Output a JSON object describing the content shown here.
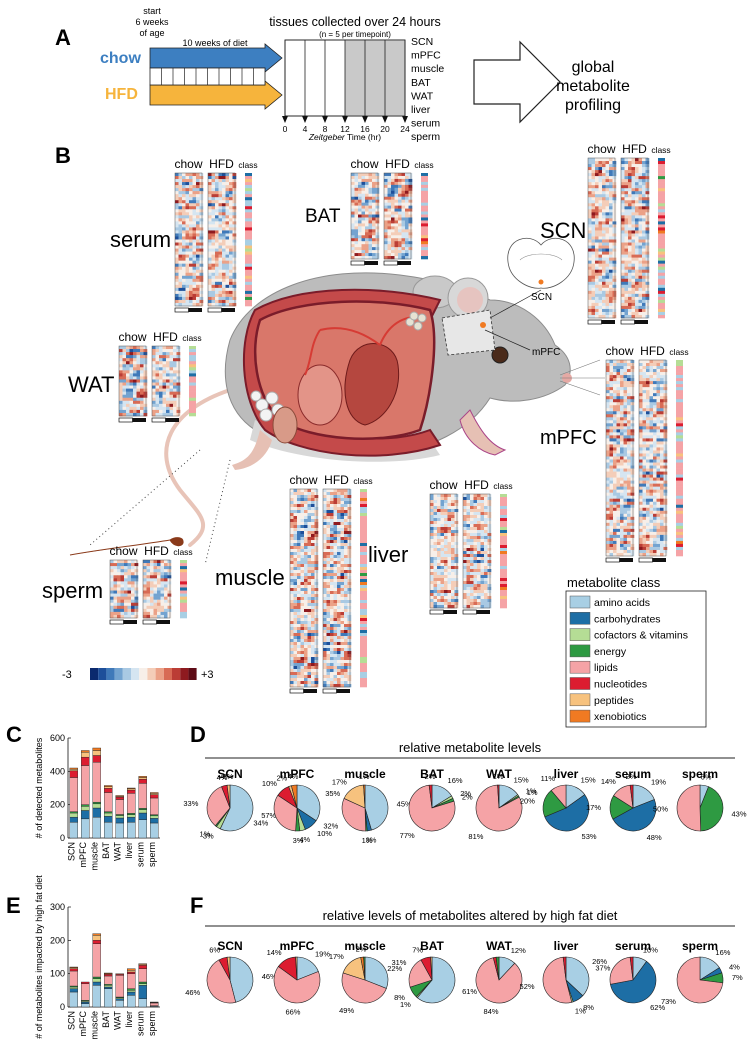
{
  "panels": {
    "a": "A",
    "b": "B",
    "c": "C",
    "d": "D",
    "e": "E",
    "f": "F"
  },
  "panel_a": {
    "start": [
      "start",
      "6 weeks",
      "of age"
    ],
    "diet_weeks": "10 weeks of diet",
    "chow": "chow",
    "hfd": "HFD",
    "tissues_title": "tissues collected over 24 hours",
    "n_note": "(n = 5 per timepoint)",
    "tissues": [
      "SCN",
      "mPFC",
      "muscle",
      "BAT",
      "WAT",
      "liver",
      "serum",
      "sperm"
    ],
    "timepoints": [
      "0",
      "4",
      "8",
      "12",
      "16",
      "20",
      "24"
    ],
    "axis_label_italic": "Zeitgeber",
    "axis_label_rest": " Time (hr)",
    "outcome": [
      "global",
      "metabolite",
      "profiling"
    ],
    "colors": {
      "chow": "#3d7fc1",
      "hfd": "#f6b43c",
      "dark": "#c9c9c9"
    }
  },
  "panel_b": {
    "col_chow": "chow",
    "col_hfd": "HFD",
    "col_class": "class",
    "tissue_labels": {
      "serum": "serum",
      "bat": "BAT",
      "scn": "SCN",
      "wat": "WAT",
      "mpfc": "mPFC",
      "muscle": "muscle",
      "liver": "liver",
      "sperm": "sperm"
    },
    "brain_scn": "SCN",
    "brain_mpfc": "mPFC",
    "scale_min": "-3",
    "scale_max": "+3",
    "scale_colors": [
      "#0b2a6e",
      "#1d4f9a",
      "#3f79b9",
      "#73a3d0",
      "#a9c9e3",
      "#d5e5f1",
      "#f7efe9",
      "#f4cdb8",
      "#eba187",
      "#d86b55",
      "#bb3d35",
      "#8e1a1f",
      "#5e0b16"
    ],
    "legend_title": "metabolite class",
    "classes": [
      {
        "name": "amino acids",
        "color": "#a8cfe4"
      },
      {
        "name": "carbohydrates",
        "color": "#1d6ea5"
      },
      {
        "name": "cofactors & vitamins",
        "color": "#b5dd95"
      },
      {
        "name": "energy",
        "color": "#2e9a42"
      },
      {
        "name": "lipids",
        "color": "#f5a3a6"
      },
      {
        "name": "nucleotides",
        "color": "#dc1c30"
      },
      {
        "name": "peptides",
        "color": "#f7c27e"
      },
      {
        "name": "xenobiotics",
        "color": "#f07a22"
      }
    ]
  },
  "chart_data": [
    {
      "id": "C",
      "type": "bar",
      "stacked": true,
      "ylabel": "# of detected metabolites",
      "ylim": [
        0,
        600
      ],
      "yticks": [
        0,
        200,
        400,
        600
      ],
      "categories": [
        "SCN",
        "mPFC",
        "muscle",
        "BAT",
        "WAT",
        "liver",
        "serum",
        "sperm"
      ],
      "series": [
        {
          "name": "amino acids",
          "values": [
            95,
            115,
            125,
            95,
            90,
            95,
            110,
            90
          ]
        },
        {
          "name": "carbohydrates",
          "values": [
            30,
            50,
            55,
            35,
            30,
            30,
            40,
            28
          ]
        },
        {
          "name": "cofactors & vitamins",
          "values": [
            25,
            25,
            25,
            20,
            15,
            15,
            20,
            15
          ]
        },
        {
          "name": "energy",
          "values": [
            8,
            10,
            10,
            8,
            6,
            8,
            8,
            7
          ]
        },
        {
          "name": "lipids",
          "values": [
            205,
            235,
            240,
            115,
            90,
            120,
            150,
            100
          ]
        },
        {
          "name": "nucleotides",
          "values": [
            40,
            50,
            40,
            25,
            15,
            20,
            25,
            20
          ]
        },
        {
          "name": "peptides",
          "values": [
            10,
            30,
            30,
            10,
            5,
            8,
            10,
            8
          ]
        },
        {
          "name": "xenobiotics",
          "values": [
            7,
            10,
            15,
            7,
            4,
            4,
            7,
            5
          ]
        }
      ]
    },
    {
      "id": "D",
      "type": "pie",
      "title": "relative metabolite levels",
      "pies": [
        {
          "name": "SCN",
          "slices": [
            {
              "cls": "amino acids",
              "value": 57,
              "label": "57%"
            },
            {
              "cls": "cofactors & vitamins",
              "value": 3,
              "label": "3%"
            },
            {
              "cls": "energy",
              "value": 1,
              "label": "1%"
            },
            {
              "cls": "lipids",
              "value": 33,
              "label": "33%"
            },
            {
              "cls": "nucleotides",
              "value": 4,
              "label": "4%"
            },
            {
              "cls": "peptides",
              "value": 2,
              "label": "2%"
            }
          ]
        },
        {
          "name": "mPFC",
          "slices": [
            {
              "cls": "amino acids",
              "value": 35,
              "label": "35%"
            },
            {
              "cls": "carbohydrates",
              "value": 10,
              "label": "10%"
            },
            {
              "cls": "cofactors & vitamins",
              "value": 4,
              "label": "4%"
            },
            {
              "cls": "energy",
              "value": 3,
              "label": "3%"
            },
            {
              "cls": "lipids",
              "value": 34,
              "label": "34%"
            },
            {
              "cls": "nucleotides",
              "value": 10,
              "label": "10%"
            },
            {
              "cls": "peptides",
              "value": 2,
              "label": "2%"
            },
            {
              "cls": "xenobiotics",
              "value": 4,
              "label": "4%"
            }
          ]
        },
        {
          "name": "muscle",
          "slices": [
            {
              "cls": "amino acids",
              "value": 45,
              "label": "45%"
            },
            {
              "cls": "carbohydrates",
              "value": 3,
              "label": "3%"
            },
            {
              "cls": "energy",
              "value": 1,
              "label": "1%"
            },
            {
              "cls": "lipids",
              "value": 32,
              "label": "32%"
            },
            {
              "cls": "peptides",
              "value": 17,
              "label": "17%"
            },
            {
              "cls": "xenobiotics",
              "value": 1,
              "label": "1%"
            }
          ]
        },
        {
          "name": "BAT",
          "slices": [
            {
              "cls": "amino acids",
              "value": 16,
              "label": "16%"
            },
            {
              "cls": "cofactors & vitamins",
              "value": 2,
              "label": "2%"
            },
            {
              "cls": "energy",
              "value": 2,
              "label": "2%"
            },
            {
              "cls": "lipids",
              "value": 77,
              "label": "77%"
            },
            {
              "cls": "nucleotides",
              "value": 2,
              "label": "2%"
            }
          ]
        },
        {
          "name": "WAT",
          "slices": [
            {
              "cls": "amino acids",
              "value": 15,
              "label": "15%"
            },
            {
              "cls": "cofactors & vitamins",
              "value": 1,
              "label": "1%"
            },
            {
              "cls": "energy",
              "value": 1,
              "label": "1%"
            },
            {
              "cls": "lipids",
              "value": 81,
              "label": "81%"
            },
            {
              "cls": "nucleotides",
              "value": 1,
              "label": "1%"
            }
          ]
        },
        {
          "name": "liver",
          "slices": [
            {
              "cls": "amino acids",
              "value": 15,
              "label": "15%"
            },
            {
              "cls": "carbohydrates",
              "value": 53,
              "label": "53%"
            },
            {
              "cls": "energy",
              "value": 20,
              "label": "20%"
            },
            {
              "cls": "lipids",
              "value": 11,
              "label": "11%"
            }
          ]
        },
        {
          "name": "serum",
          "slices": [
            {
              "cls": "amino acids",
              "value": 19,
              "label": "19%"
            },
            {
              "cls": "carbohydrates",
              "value": 48,
              "label": "48%"
            },
            {
              "cls": "energy",
              "value": 17,
              "label": "17%"
            },
            {
              "cls": "lipids",
              "value": 14,
              "label": "14%"
            },
            {
              "cls": "nucleotides",
              "value": 2,
              "label": "2%"
            }
          ]
        },
        {
          "name": "sperm",
          "slices": [
            {
              "cls": "amino acids",
              "value": 6,
              "label": "6%"
            },
            {
              "cls": "energy",
              "value": 43,
              "label": "43%"
            },
            {
              "cls": "lipids",
              "value": 50,
              "label": "50%"
            }
          ]
        }
      ]
    },
    {
      "id": "E",
      "type": "bar",
      "stacked": true,
      "ylabel": "# of metabolites impacted by high fat diet",
      "ylim": [
        0,
        300
      ],
      "yticks": [
        0,
        100,
        200,
        300
      ],
      "categories": [
        "SCN",
        "mPFC",
        "muscle",
        "BAT",
        "WAT",
        "liver",
        "serum",
        "sperm"
      ],
      "series": [
        {
          "name": "amino acids",
          "values": [
            45,
            10,
            65,
            55,
            20,
            35,
            25,
            2
          ]
        },
        {
          "name": "carbohydrates",
          "values": [
            10,
            5,
            10,
            5,
            5,
            10,
            40,
            1
          ]
        },
        {
          "name": "cofactors & vitamins",
          "values": [
            5,
            3,
            10,
            5,
            3,
            5,
            5,
            1
          ]
        },
        {
          "name": "energy",
          "values": [
            3,
            2,
            5,
            3,
            2,
            5,
            5,
            0
          ]
        },
        {
          "name": "lipids",
          "values": [
            45,
            50,
            100,
            25,
            65,
            45,
            40,
            8
          ]
        },
        {
          "name": "nucleotides",
          "values": [
            7,
            5,
            10,
            5,
            3,
            5,
            10,
            1
          ]
        },
        {
          "name": "peptides",
          "values": [
            3,
            0,
            15,
            2,
            2,
            5,
            3,
            1
          ]
        },
        {
          "name": "xenobiotics",
          "values": [
            2,
            0,
            5,
            2,
            0,
            5,
            2,
            1
          ]
        }
      ]
    },
    {
      "id": "F",
      "type": "pie",
      "title": "relative levels of metabolites altered by high fat diet",
      "pies": [
        {
          "name": "SCN",
          "slices": [
            {
              "cls": "amino acids",
              "value": 46,
              "label": "46%"
            },
            {
              "cls": "lipids",
              "value": 46,
              "label": "46%"
            },
            {
              "cls": "nucleotides",
              "value": 6,
              "label": "6%"
            },
            {
              "cls": "peptides",
              "value": 2,
              "label": ""
            }
          ]
        },
        {
          "name": "mPFC",
          "slices": [
            {
              "cls": "amino acids",
              "value": 19,
              "label": "19%"
            },
            {
              "cls": "lipids",
              "value": 66,
              "label": "66%"
            },
            {
              "cls": "nucleotides",
              "value": 14,
              "label": "14%"
            },
            {
              "cls": "peptides",
              "value": 1,
              "label": ""
            }
          ]
        },
        {
          "name": "muscle",
          "slices": [
            {
              "cls": "amino acids",
              "value": 31,
              "label": "31%"
            },
            {
              "cls": "lipids",
              "value": 49,
              "label": "49%"
            },
            {
              "cls": "peptides",
              "value": 17,
              "label": "17%"
            },
            {
              "cls": "xenobiotics",
              "value": 2,
              "label": "2%"
            },
            {
              "cls": "energy",
              "value": 1,
              "label": ""
            }
          ]
        },
        {
          "name": "BAT",
          "slices": [
            {
              "cls": "amino acids",
              "value": 61,
              "label": "61%"
            },
            {
              "cls": "cofactors & vitamins",
              "value": 1,
              "label": "1%"
            },
            {
              "cls": "energy",
              "value": 8,
              "label": "8%"
            },
            {
              "cls": "lipids",
              "value": 22,
              "label": "22%"
            },
            {
              "cls": "nucleotides",
              "value": 7,
              "label": "7%"
            },
            {
              "cls": "peptides",
              "value": 1,
              "label": ""
            }
          ]
        },
        {
          "name": "WAT",
          "slices": [
            {
              "cls": "amino acids",
              "value": 12,
              "label": "12%"
            },
            {
              "cls": "lipids",
              "value": 84,
              "label": "84%"
            },
            {
              "cls": "nucleotides",
              "value": 2,
              "label": ""
            },
            {
              "cls": "energy",
              "value": 2,
              "label": ""
            }
          ]
        },
        {
          "name": "liver",
          "slices": [
            {
              "cls": "amino acids",
              "value": 37,
              "label": "37%"
            },
            {
              "cls": "carbohydrates",
              "value": 8,
              "label": "8%"
            },
            {
              "cls": "cofactors & vitamins",
              "value": 1,
              "label": "1%"
            },
            {
              "cls": "lipids",
              "value": 52,
              "label": "52%"
            },
            {
              "cls": "nucleotides",
              "value": 2,
              "label": ""
            }
          ]
        },
        {
          "name": "serum",
          "slices": [
            {
              "cls": "amino acids",
              "value": 10,
              "label": "10%"
            },
            {
              "cls": "carbohydrates",
              "value": 62,
              "label": "62%"
            },
            {
              "cls": "lipids",
              "value": 26,
              "label": "26%"
            },
            {
              "cls": "nucleotides",
              "value": 2,
              "label": ""
            }
          ]
        },
        {
          "name": "sperm",
          "slices": [
            {
              "cls": "amino acids",
              "value": 16,
              "label": "16%"
            },
            {
              "cls": "carbohydrates",
              "value": 4,
              "label": "4%"
            },
            {
              "cls": "energy",
              "value": 7,
              "label": "7%"
            },
            {
              "cls": "lipids",
              "value": 73,
              "label": "73%"
            }
          ]
        }
      ]
    }
  ]
}
